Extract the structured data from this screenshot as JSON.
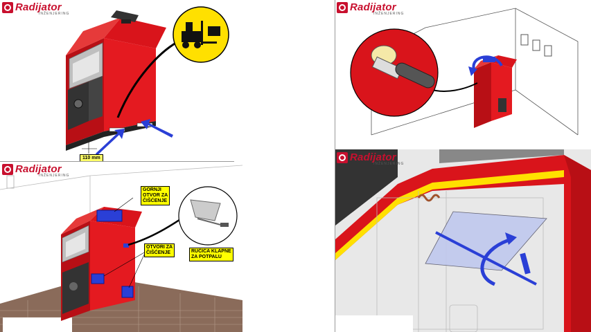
{
  "brand": {
    "name": "Radijator",
    "subtitle": "INŽENJERING"
  },
  "panels": {
    "top_left": {
      "dimension_label": "110 mm",
      "forklift_icon": "forklift-icon"
    },
    "top_right": {
      "rotation_icon": "rotate-arrow-icon"
    },
    "bottom_left": {
      "callouts": {
        "top_opening": "GORNJI\nOTVOR ZA\nČIŠĆENJE",
        "cleaning_openings": "OTVORI ZA\nČIŠĆENJE",
        "damper_handle": "RUČICA KLAPNE\nZA POTPALU"
      }
    },
    "bottom_right": {}
  },
  "colors": {
    "boiler_red": "#d9141b",
    "logo_red": "#c8102e",
    "callout_yellow": "#ffff00",
    "arrow_blue": "#2a3fd6"
  }
}
